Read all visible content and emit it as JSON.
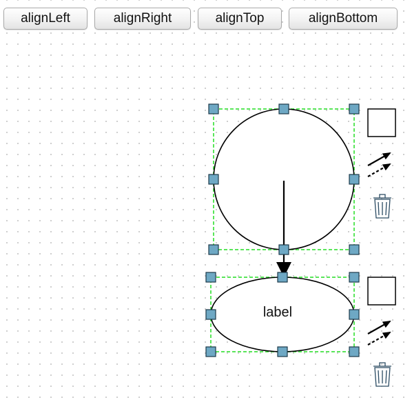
{
  "toolbar": {
    "buttons": [
      {
        "label": "alignLeft"
      },
      {
        "label": "alignRight"
      },
      {
        "label": "alignTop"
      },
      {
        "label": "alignBottom"
      }
    ]
  },
  "diagram": {
    "nodes": [
      {
        "shape": "circle",
        "label": ""
      },
      {
        "shape": "ellipse",
        "label": "label"
      }
    ],
    "edges": [
      {
        "from": 0,
        "to": 1,
        "arrow": "end"
      }
    ]
  },
  "node_tools": [
    "square-icon",
    "connect-arrows-icon",
    "trash-icon"
  ],
  "colors": {
    "selection_border": "#22dd22",
    "handle_fill": "#6ea8c4",
    "handle_stroke": "#1d3a4a",
    "grid_dot": "#c6c6c6"
  }
}
